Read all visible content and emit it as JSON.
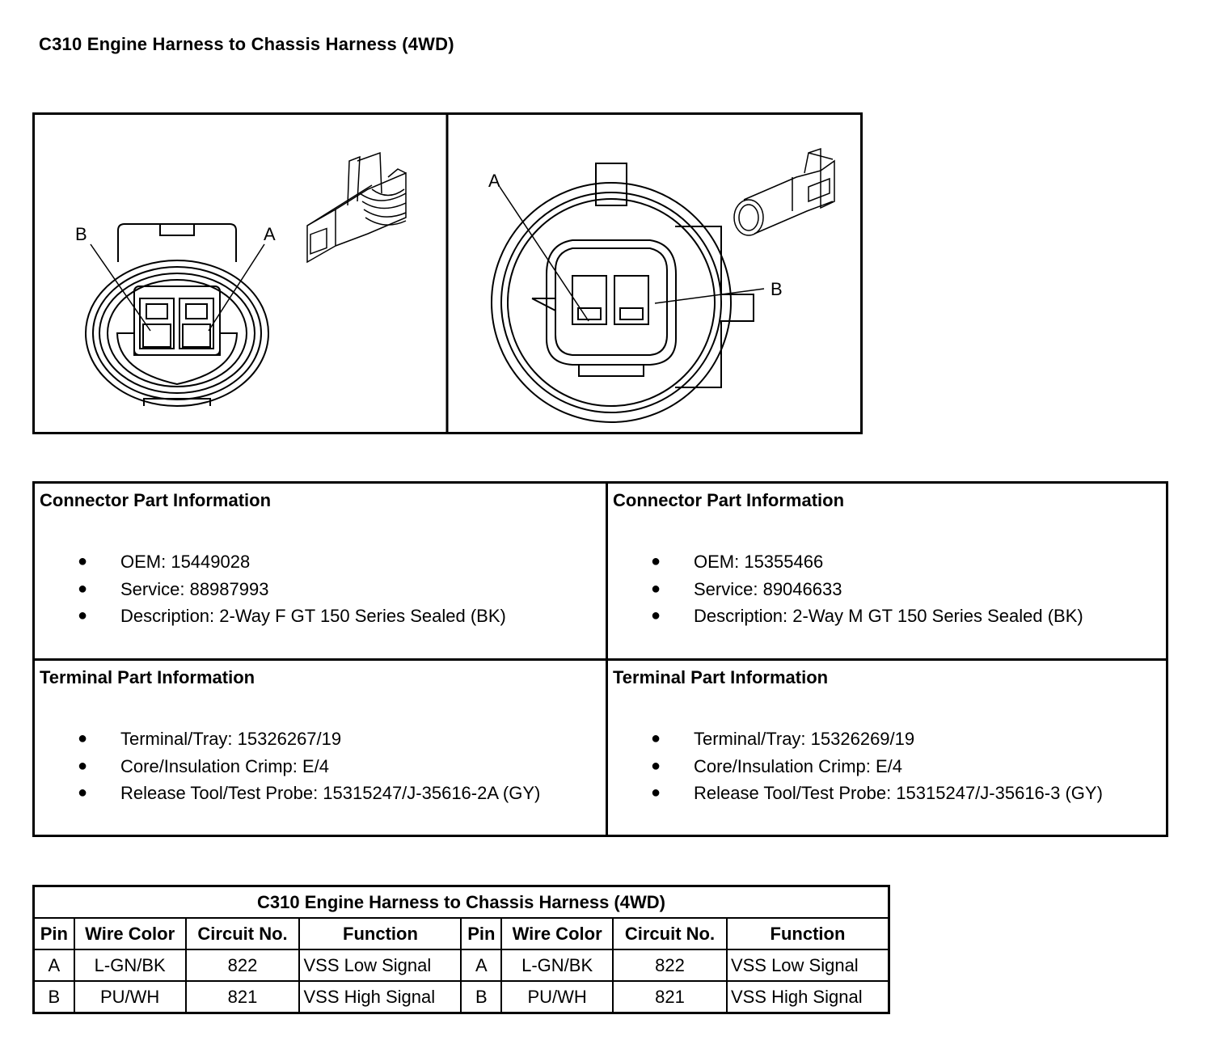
{
  "page": {
    "title": "C310 Engine Harness to Chassis Harness (4WD)"
  },
  "figure": {
    "left_connector": {
      "label_b": "B",
      "label_a": "A"
    },
    "right_connector": {
      "label_a": "A",
      "label_b": "B"
    }
  },
  "connector_info": [
    {
      "heading": "Connector Part Information",
      "items": [
        "OEM: 15449028",
        "Service: 88987993",
        "Description: 2-Way F GT 150 Series Sealed (BK)"
      ]
    },
    {
      "heading": "Connector Part Information",
      "items": [
        "OEM: 15355466",
        "Service: 89046633",
        "Description: 2-Way M GT 150 Series Sealed (BK)"
      ]
    }
  ],
  "terminal_info": [
    {
      "heading": "Terminal Part Information",
      "items": [
        "Terminal/Tray: 15326267/19",
        "Core/Insulation Crimp: E/4",
        "Release Tool/Test Probe: 15315247/J-35616-2A (GY)"
      ]
    },
    {
      "heading": "Terminal Part Information",
      "items": [
        "Terminal/Tray: 15326269/19",
        "Core/Insulation Crimp: E/4",
        "Release Tool/Test Probe: 15315247/J-35616-3 (GY)"
      ]
    }
  ],
  "bullet_glyph": "●",
  "pin_table": {
    "title": "C310 Engine Harness to Chassis Harness (4WD)",
    "headers": [
      "Pin",
      "Wire Color",
      "Circuit No.",
      "Function",
      "Pin",
      "Wire Color",
      "Circuit No.",
      "Function"
    ],
    "rows": [
      [
        "A",
        "L-GN/BK",
        "822",
        "VSS Low Signal",
        "A",
        "L-GN/BK",
        "822",
        "VSS Low Signal"
      ],
      [
        "B",
        "PU/WH",
        "821",
        "VSS High Signal",
        "B",
        "PU/WH",
        "821",
        "VSS High Signal"
      ]
    ]
  }
}
